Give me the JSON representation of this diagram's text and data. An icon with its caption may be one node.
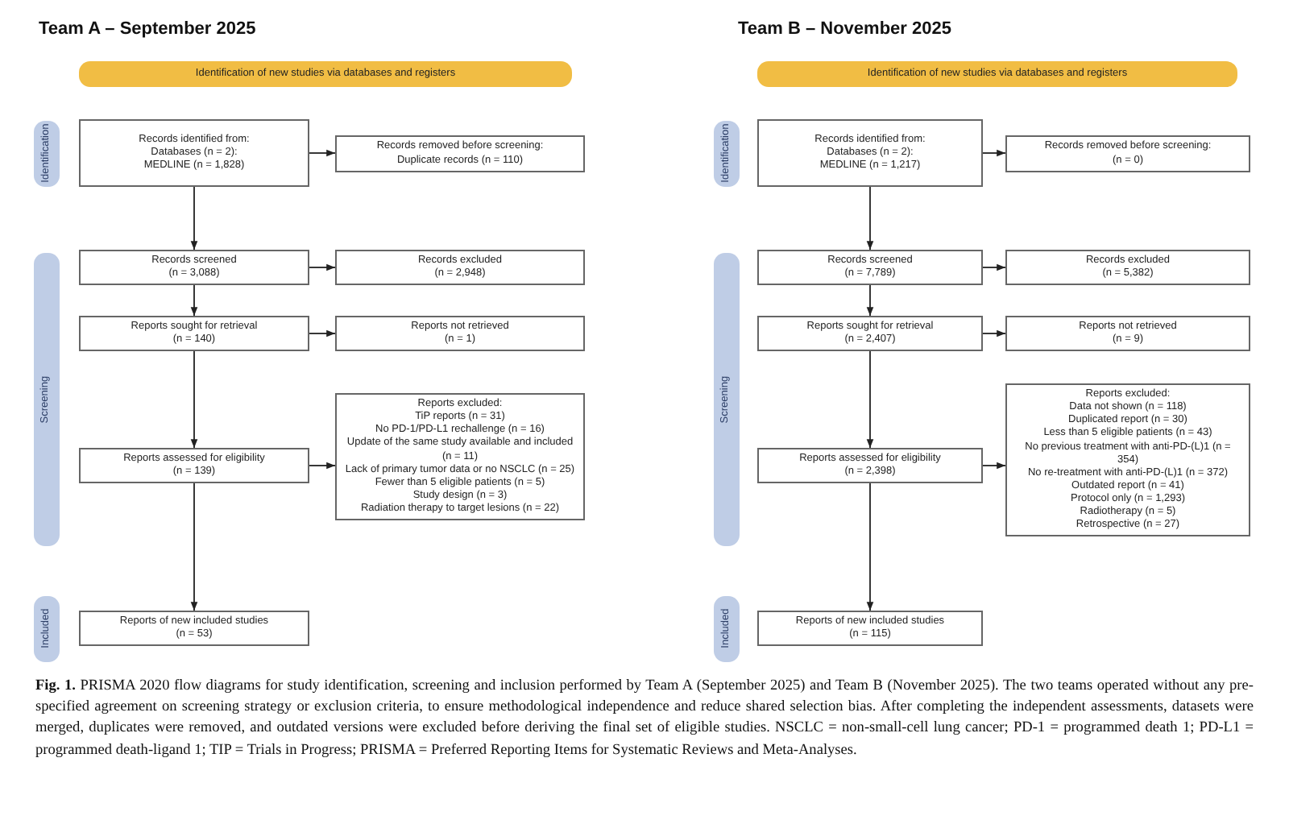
{
  "diagram": {
    "caption": "**Fig. 1.** PRISMA 2020 flow diagrams for study identification, screening and inclusion performed by Team A (September 2025) and Team B (November 2025). The two teams operated without any pre-specified agreement on screening strategy or exclusion criteria, to ensure methodological independence and reduce shared selection bias. After completing the independent assessments, datasets were merged, duplicates were removed, and outdated versions were excluded before deriving the final set of eligible studies. NSCLC = non-small-cell lung cancer; PD-1 = programmed death 1; PD-L1 = programmed death-ligand 1; TIP = Trials in Progress; PRISMA = Preferred Reporting Items for Systematic Reviews and Meta-Analyses.",
    "labels": [
      "Team A – September 2025",
      "Team B – November 2025"
    ],
    "nodes": [
      {
        "text": [
          "Identification of new studies via databases and registers"
        ]
      },
      {
        "text": [
          "Identification"
        ]
      },
      {
        "text": [
          "Records identified from:",
          "Databases (n = 2):",
          "MEDLINE (n = 1,828)"
        ]
      },
      {
        "text": [
          "Records removed before screening:",
          "Duplicate records (n = 110)"
        ]
      },
      {
        "text": [
          "Screening"
        ]
      },
      {
        "text": [
          "Records screened",
          "(n = 3,088)"
        ]
      },
      {
        "text": [
          "Records excluded",
          "(n = 2,948)"
        ]
      },
      {
        "text": [
          "Reports sought for retrieval",
          "(n = 140)"
        ]
      },
      {
        "text": [
          "Reports not retrieved",
          "(n = 1)"
        ]
      },
      {
        "text": [
          "Reports assessed for eligibility",
          "(n = 139)"
        ]
      },
      {
        "text": [
          "Reports excluded:",
          "TiP reports (n = 31)",
          "No PD-1/PD-L1 rechallenge (n = 16)",
          "Update of the same study available and included (n = 11)",
          "Lack of primary tumor data or no NSCLC (n = 25)",
          "Fewer than 5 eligible patients (n = 5)",
          "Study design (n = 3)",
          "Radiation therapy to target lesions (n = 22)"
        ]
      },
      {
        "text": [
          "Included"
        ]
      },
      {
        "text": [
          "Reports of new included studies",
          "(n = 53)"
        ]
      },
      {
        "text": [
          "Identification of new studies via databases and registers"
        ]
      },
      {
        "text": [
          "Identification"
        ]
      },
      {
        "text": [
          "Records identified from:",
          "Databases (n = 2):",
          "MEDLINE (n = 1,217)"
        ]
      },
      {
        "text": [
          "Records removed before screening:",
          "(n = 0)"
        ]
      },
      {
        "text": [
          "Screening"
        ]
      },
      {
        "text": [
          "Records screened",
          "(n = 7,789)"
        ]
      },
      {
        "text": [
          "Records excluded",
          "(n = 5,382)"
        ]
      },
      {
        "text": [
          "Reports sought for retrieval",
          "(n = 2,407)"
        ]
      },
      {
        "text": [
          "Reports not retrieved",
          "(n = 9)"
        ]
      },
      {
        "text": [
          "Reports assessed for eligibility",
          "(n = 2,398)"
        ]
      },
      {
        "text": [
          "Reports excluded:",
          "Data not shown (n = 118)",
          "Duplicated report (n = 30)",
          "Less than 5 eligible patients (n = 43)",
          "No previous treatment with anti-PD-(L)1 (n = 354)",
          "No re-treatment with anti-PD-(L)1 (n = 372)",
          "Outdated report (n = 41)",
          "Protocol only (n = 1,293)",
          "Radiotherapy (n = 5)",
          "Retrospective (n = 27)"
        ]
      },
      {
        "text": [
          "Included"
        ]
      },
      {
        "text": [
          "Reports of new included studies",
          "(n = 115)"
        ]
      }
    ],
    "edges": [
      {
        "from": 2,
        "to": 3,
        "arrow": "to"
      },
      {
        "from": 2,
        "to": 5,
        "arrow": "to"
      },
      {
        "from": 5,
        "to": 6,
        "arrow": "to"
      },
      {
        "from": 5,
        "to": 7,
        "arrow": "to"
      },
      {
        "from": 7,
        "to": 8,
        "arrow": "to"
      },
      {
        "from": 7,
        "to": 9,
        "arrow": "to"
      },
      {
        "from": 9,
        "to": 10,
        "arrow": "to"
      },
      {
        "from": 9,
        "to": 12,
        "arrow": "to"
      },
      {
        "from": 15,
        "to": 16,
        "arrow": "to"
      },
      {
        "from": 15,
        "to": 18,
        "arrow": "to"
      },
      {
        "from": 18,
        "to": 19,
        "arrow": "to"
      },
      {
        "from": 18,
        "to": 20,
        "arrow": "to"
      },
      {
        "from": 20,
        "to": 21,
        "arrow": "to"
      },
      {
        "from": 20,
        "to": 22,
        "arrow": "to"
      },
      {
        "from": 22,
        "to": 23,
        "arrow": "to"
      },
      {
        "from": 22,
        "to": 25,
        "arrow": "to"
      }
    ]
  }
}
